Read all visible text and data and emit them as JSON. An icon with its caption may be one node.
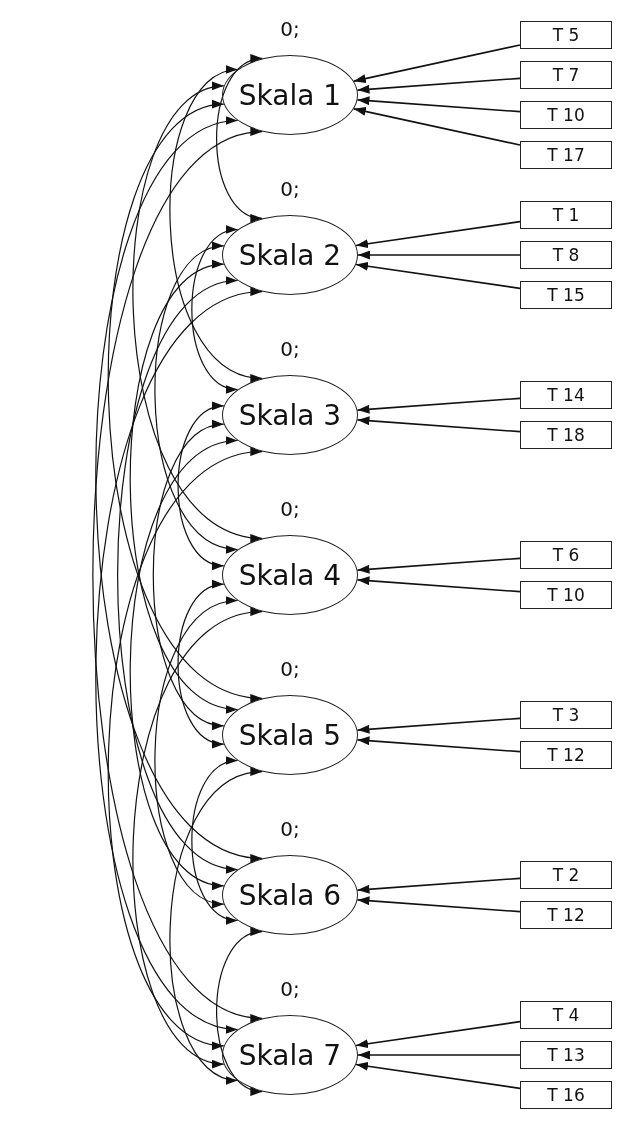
{
  "diagram": {
    "nodes": [
      {
        "text": [
          "Skala 1"
        ],
        "beside": [
          "0;"
        ]
      },
      {
        "text": [
          "T 5"
        ]
      },
      {
        "text": [
          "T 7"
        ]
      },
      {
        "text": [
          "T 10"
        ]
      },
      {
        "text": [
          "T 17"
        ]
      },
      {
        "text": [
          "Skala 2"
        ],
        "beside": [
          "0;"
        ]
      },
      {
        "text": [
          "T 1"
        ]
      },
      {
        "text": [
          "T 8"
        ]
      },
      {
        "text": [
          "T 15"
        ]
      },
      {
        "text": [
          "Skala 3"
        ],
        "beside": [
          "0;"
        ]
      },
      {
        "text": [
          "T 14"
        ]
      },
      {
        "text": [
          "T 18"
        ]
      },
      {
        "text": [
          "Skala 4"
        ],
        "beside": [
          "0;"
        ]
      },
      {
        "text": [
          "T 6"
        ]
      },
      {
        "text": [
          "T 10"
        ]
      },
      {
        "text": [
          "Skala 5"
        ],
        "beside": [
          "0;"
        ]
      },
      {
        "text": [
          "T 3"
        ]
      },
      {
        "text": [
          "T 12"
        ]
      },
      {
        "text": [
          "Skala 6"
        ],
        "beside": [
          "0;"
        ]
      },
      {
        "text": [
          "T 2"
        ]
      },
      {
        "text": [
          "T 12"
        ]
      },
      {
        "text": [
          "Skala 7"
        ],
        "beside": [
          "0;"
        ]
      },
      {
        "text": [
          "T 4"
        ]
      },
      {
        "text": [
          "T 13"
        ]
      },
      {
        "text": [
          "T 16"
        ]
      }
    ],
    "edges": [
      {
        "from": 1,
        "to": 0,
        "arrow": "to"
      },
      {
        "from": 2,
        "to": 0,
        "arrow": "to"
      },
      {
        "from": 3,
        "to": 0,
        "arrow": "to"
      },
      {
        "from": 4,
        "to": 0,
        "arrow": "to"
      },
      {
        "from": 6,
        "to": 5,
        "arrow": "to"
      },
      {
        "from": 7,
        "to": 5,
        "arrow": "to"
      },
      {
        "from": 8,
        "to": 5,
        "arrow": "to"
      },
      {
        "from": 10,
        "to": 9,
        "arrow": "to"
      },
      {
        "from": 11,
        "to": 9,
        "arrow": "to"
      },
      {
        "from": 13,
        "to": 12,
        "arrow": "to"
      },
      {
        "from": 14,
        "to": 12,
        "arrow": "to"
      },
      {
        "from": 16,
        "to": 15,
        "arrow": "to"
      },
      {
        "from": 17,
        "to": 15,
        "arrow": "to"
      },
      {
        "from": 19,
        "to": 18,
        "arrow": "to"
      },
      {
        "from": 20,
        "to": 18,
        "arrow": "to"
      },
      {
        "from": 22,
        "to": 21,
        "arrow": "to"
      },
      {
        "from": 23,
        "to": 21,
        "arrow": "to"
      },
      {
        "from": 24,
        "to": 21,
        "arrow": "to"
      },
      {
        "from": 0,
        "to": 5,
        "arrow": "both"
      },
      {
        "from": 0,
        "to": 9,
        "arrow": "both"
      },
      {
        "from": 0,
        "to": 12,
        "arrow": "both"
      },
      {
        "from": 0,
        "to": 15,
        "arrow": "both"
      },
      {
        "from": 0,
        "to": 18,
        "arrow": "both"
      },
      {
        "from": 0,
        "to": 21,
        "arrow": "both"
      },
      {
        "from": 5,
        "to": 9,
        "arrow": "both"
      },
      {
        "from": 5,
        "to": 12,
        "arrow": "both"
      },
      {
        "from": 5,
        "to": 15,
        "arrow": "both"
      },
      {
        "from": 5,
        "to": 18,
        "arrow": "both"
      },
      {
        "from": 5,
        "to": 21,
        "arrow": "both"
      },
      {
        "from": 9,
        "to": 12,
        "arrow": "both"
      },
      {
        "from": 9,
        "to": 15,
        "arrow": "both"
      },
      {
        "from": 9,
        "to": 18,
        "arrow": "both"
      },
      {
        "from": 9,
        "to": 21,
        "arrow": "both"
      },
      {
        "from": 12,
        "to": 15,
        "arrow": "both"
      },
      {
        "from": 12,
        "to": 18,
        "arrow": "both"
      },
      {
        "from": 12,
        "to": 21,
        "arrow": "both"
      },
      {
        "from": 15,
        "to": 18,
        "arrow": "both"
      },
      {
        "from": 15,
        "to": 21,
        "arrow": "both"
      },
      {
        "from": 18,
        "to": 21,
        "arrow": "both"
      }
    ]
  }
}
